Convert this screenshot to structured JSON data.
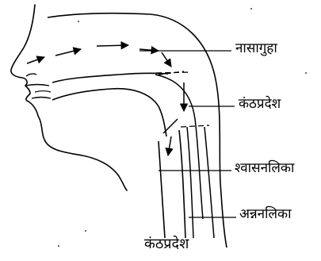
{
  "labels": {
    "nasal_cavity": "नासागुहा",
    "throat": "कंठप्रदेश",
    "trachea": "श्वासनलिका",
    "esophagus": "अन्ननलिका"
  },
  "caption": "कंठप्रदेश",
  "colors": {
    "ink": "#000000",
    "background": "#ffffff"
  }
}
